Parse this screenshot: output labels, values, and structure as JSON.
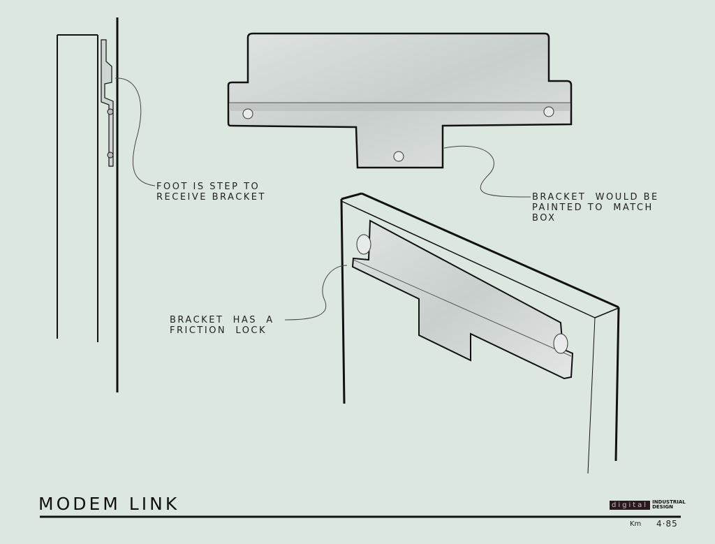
{
  "title": "MODEM LINK",
  "labels": {
    "foot": "FOOT IS STEP TO\nRECEIVE BRACKET",
    "painted": "BRACKET  WOULD BE\nPAINTED TO  MATCH\nBOX",
    "friction": "BRACKET  HAS  A\nFRICTION  LOCK"
  },
  "logo": {
    "brand": "digital",
    "line1": "INDUSTRIAL",
    "line2": "DESIGN"
  },
  "initials": "Km",
  "date": "4·85",
  "colors": {
    "background": "#dce7df",
    "ink": "#111111",
    "bracket": "#d5dbd8"
  }
}
